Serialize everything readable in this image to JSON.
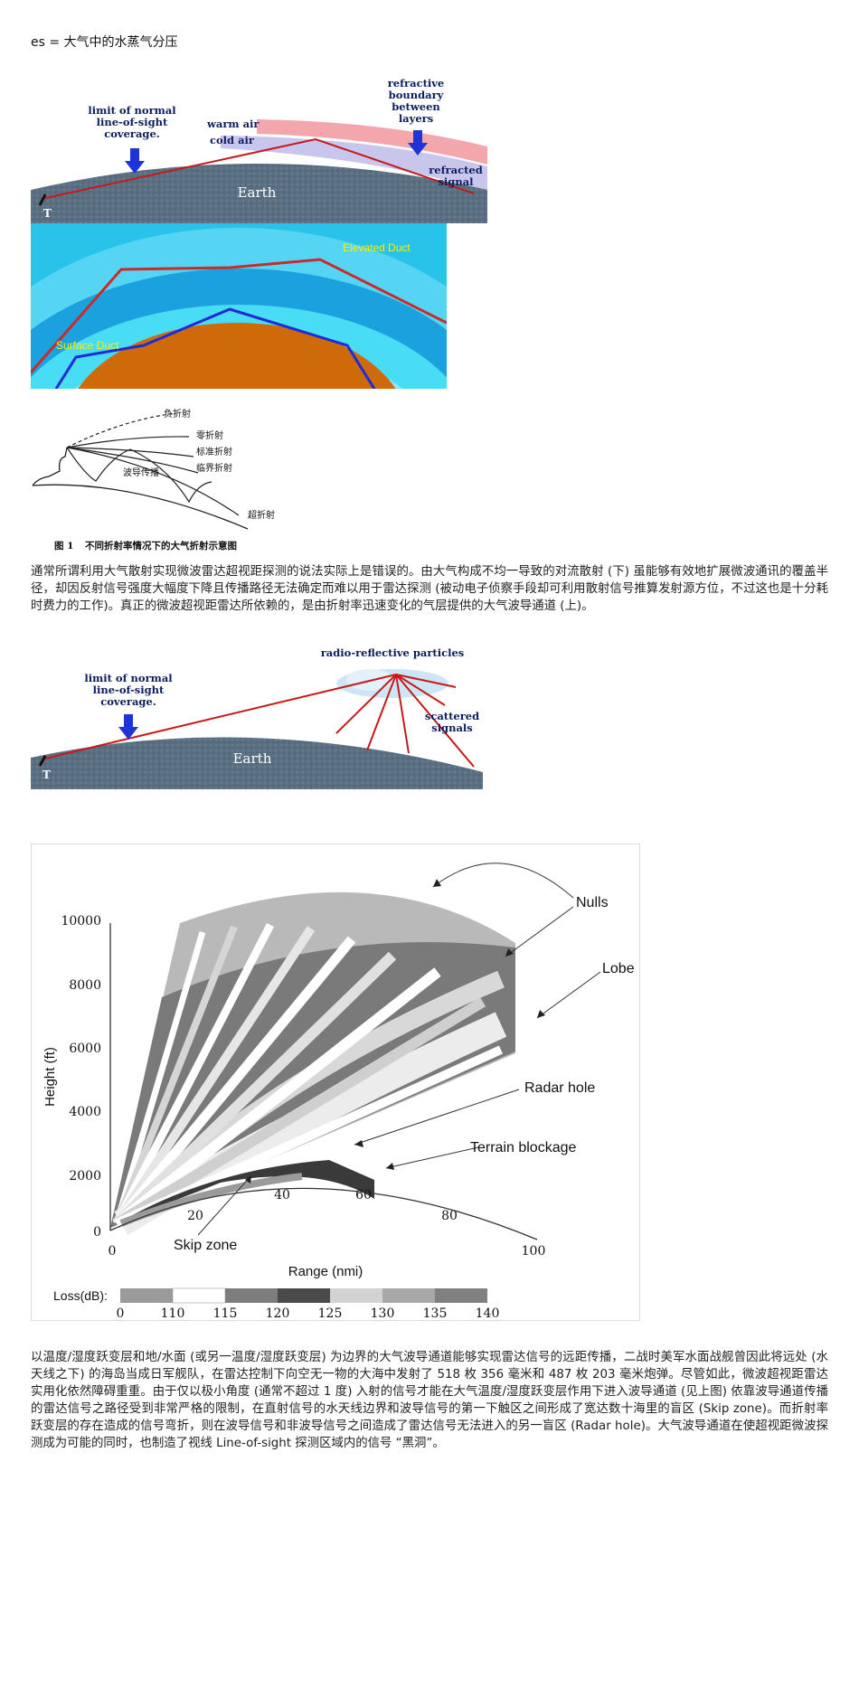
{
  "intro_line": "es = 大气中的水蒸气分压",
  "fig1": {
    "limit": [
      "limit of normal",
      "line-of-sight",
      "coverage."
    ],
    "warm_air": "warm air",
    "cold_air": "cold air",
    "boundary": [
      "refractive",
      "boundary",
      "between",
      "layers"
    ],
    "refracted": [
      "refracted",
      "signal"
    ],
    "earth": "Earth",
    "t": "T",
    "colors": {
      "warm": "#f3a6ab",
      "cold": "#c9c6ee",
      "arrow": "#1f33d6",
      "ray": "#c61a1a",
      "earth": "#5b6f82"
    }
  },
  "fig2": {
    "elevated": "Elevated Duct",
    "surface": "Surface Duct",
    "colors": {
      "label": "#f2f200",
      "ground": "#cf6a0b",
      "red": "#c92b2b",
      "blue": "#1f2bd9"
    }
  },
  "fig3": {
    "labels": [
      "负折射",
      "零折射",
      "标准折射",
      "临界折射",
      "波导传播",
      "超折射"
    ],
    "caption_num": "图 1",
    "caption": "不同折射率情况下的大气折射示意图"
  },
  "para1": "通常所谓利用大气散射实现微波雷达超视距探测的说法实际上是错误的。由大气构成不均一导致的对流散射 (下) 虽能够有效地扩展微波通讯的覆盖半径，却因反射信号强度大幅度下降且传播路径无法确定而难以用于雷达探测 (被动电子侦察手段却可利用散射信号推算发射源方位，不过这也是十分耗时费力的工作)。真正的微波超视距雷达所依赖的，是由折射率迅速变化的气层提供的大气波导通道 (上)。",
  "fig4": {
    "particles": "radio-reflective particles",
    "limit": [
      "limit of normal",
      "line-of-sight",
      "coverage."
    ],
    "scattered": [
      "scattered",
      "signals"
    ],
    "earth": "Earth",
    "t": "T"
  },
  "fig5": {
    "ylabel": "Height (ft)",
    "xlabel": "Range (nmi)",
    "yticks": [
      "10000",
      "8000",
      "6000",
      "4000",
      "2000",
      "0"
    ],
    "xticks": [
      "0",
      "20",
      "40",
      "60",
      "80",
      "100"
    ],
    "annotations": [
      "Nulls",
      "Lobe",
      "Radar hole",
      "Terrain blockage",
      "Skip zone"
    ],
    "loss_label": "Loss(dB):",
    "loss_ticks": [
      "0",
      "110",
      "115",
      "120",
      "125",
      "130",
      "135",
      "140"
    ]
  },
  "para2": "以温度/湿度跃变层和地/水面 (或另一温度/湿度跃变层) 为边界的大气波导通道能够实现雷达信号的远距传播，二战时美军水面战舰曾因此将远处 (水天线之下) 的海岛当成日军舰队，在雷达控制下向空无一物的大海中发射了 518 枚 356 毫米和 487 枚 203 毫米炮弹。尽管如此，微波超视距雷达实用化依然障碍重重。由于仅以极小角度 (通常不超过 1 度) 入射的信号才能在大气温度/湿度跃变层作用下进入波导通道 (见上图) 依靠波导通道传播的雷达信号之路径受到非常严格的限制，在直射信号的水天线边界和波导信号的第一下触区之间形成了宽达数十海里的盲区 (Skip zone)。而折射率跃变层的存在造成的信号弯折，则在波导信号和非波导信号之间造成了雷达信号无法进入的另一盲区 (Radar hole)。大气波导通道在使超视距微波探测成为可能的同时，也制造了视线 Line-of-sight 探测区域内的信号 “黑洞”。"
}
